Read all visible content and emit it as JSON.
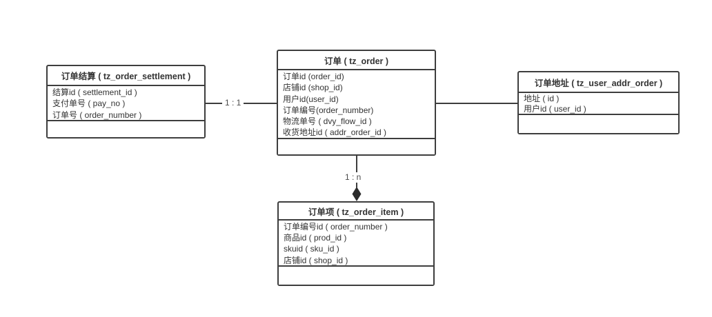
{
  "diagram": {
    "title": "order tables ER diagram",
    "background_color": "#ffffff",
    "line_color": "#3d3d3d",
    "text_color": "#333333"
  },
  "entities": [
    {
      "id": "tz_order_settlement",
      "title": "订单结算 ( tz_order_settlement )",
      "fields": [
        "结算id ( settlement_id )",
        "支付单号 ( pay_no )",
        "订单号 ( order_number )"
      ]
    },
    {
      "id": "tz_order",
      "title": "订单 ( tz_order )",
      "fields": [
        "订单id (order_id)",
        "店铺id (shop_id)",
        "用户id(user_id)",
        "订单编号(order_number)",
        "物流单号 ( dvy_flow_id )",
        "收货地址id ( addr_order_id )"
      ]
    },
    {
      "id": "tz_user_addr_order",
      "title": "订单地址 ( tz_user_addr_order )",
      "fields": [
        "地址 ( id )",
        "用户id ( user_id )"
      ]
    },
    {
      "id": "tz_order_item",
      "title": "订单项 ( tz_order_item )",
      "fields": [
        "订单编号id ( order_number )",
        "商品id ( prod_id )",
        "skuid ( sku_id )",
        "店铺id ( shop_id )"
      ]
    }
  ],
  "relationships": [
    {
      "from": "tz_order_settlement",
      "to": "tz_order",
      "label": "1 : 1",
      "arrow": "none"
    },
    {
      "from": "tz_order",
      "to": "tz_user_addr_order",
      "label": "",
      "arrow": "none"
    },
    {
      "from": "tz_order",
      "to": "tz_order_item",
      "label": "1 : n",
      "arrow": "filled-diamond"
    }
  ]
}
